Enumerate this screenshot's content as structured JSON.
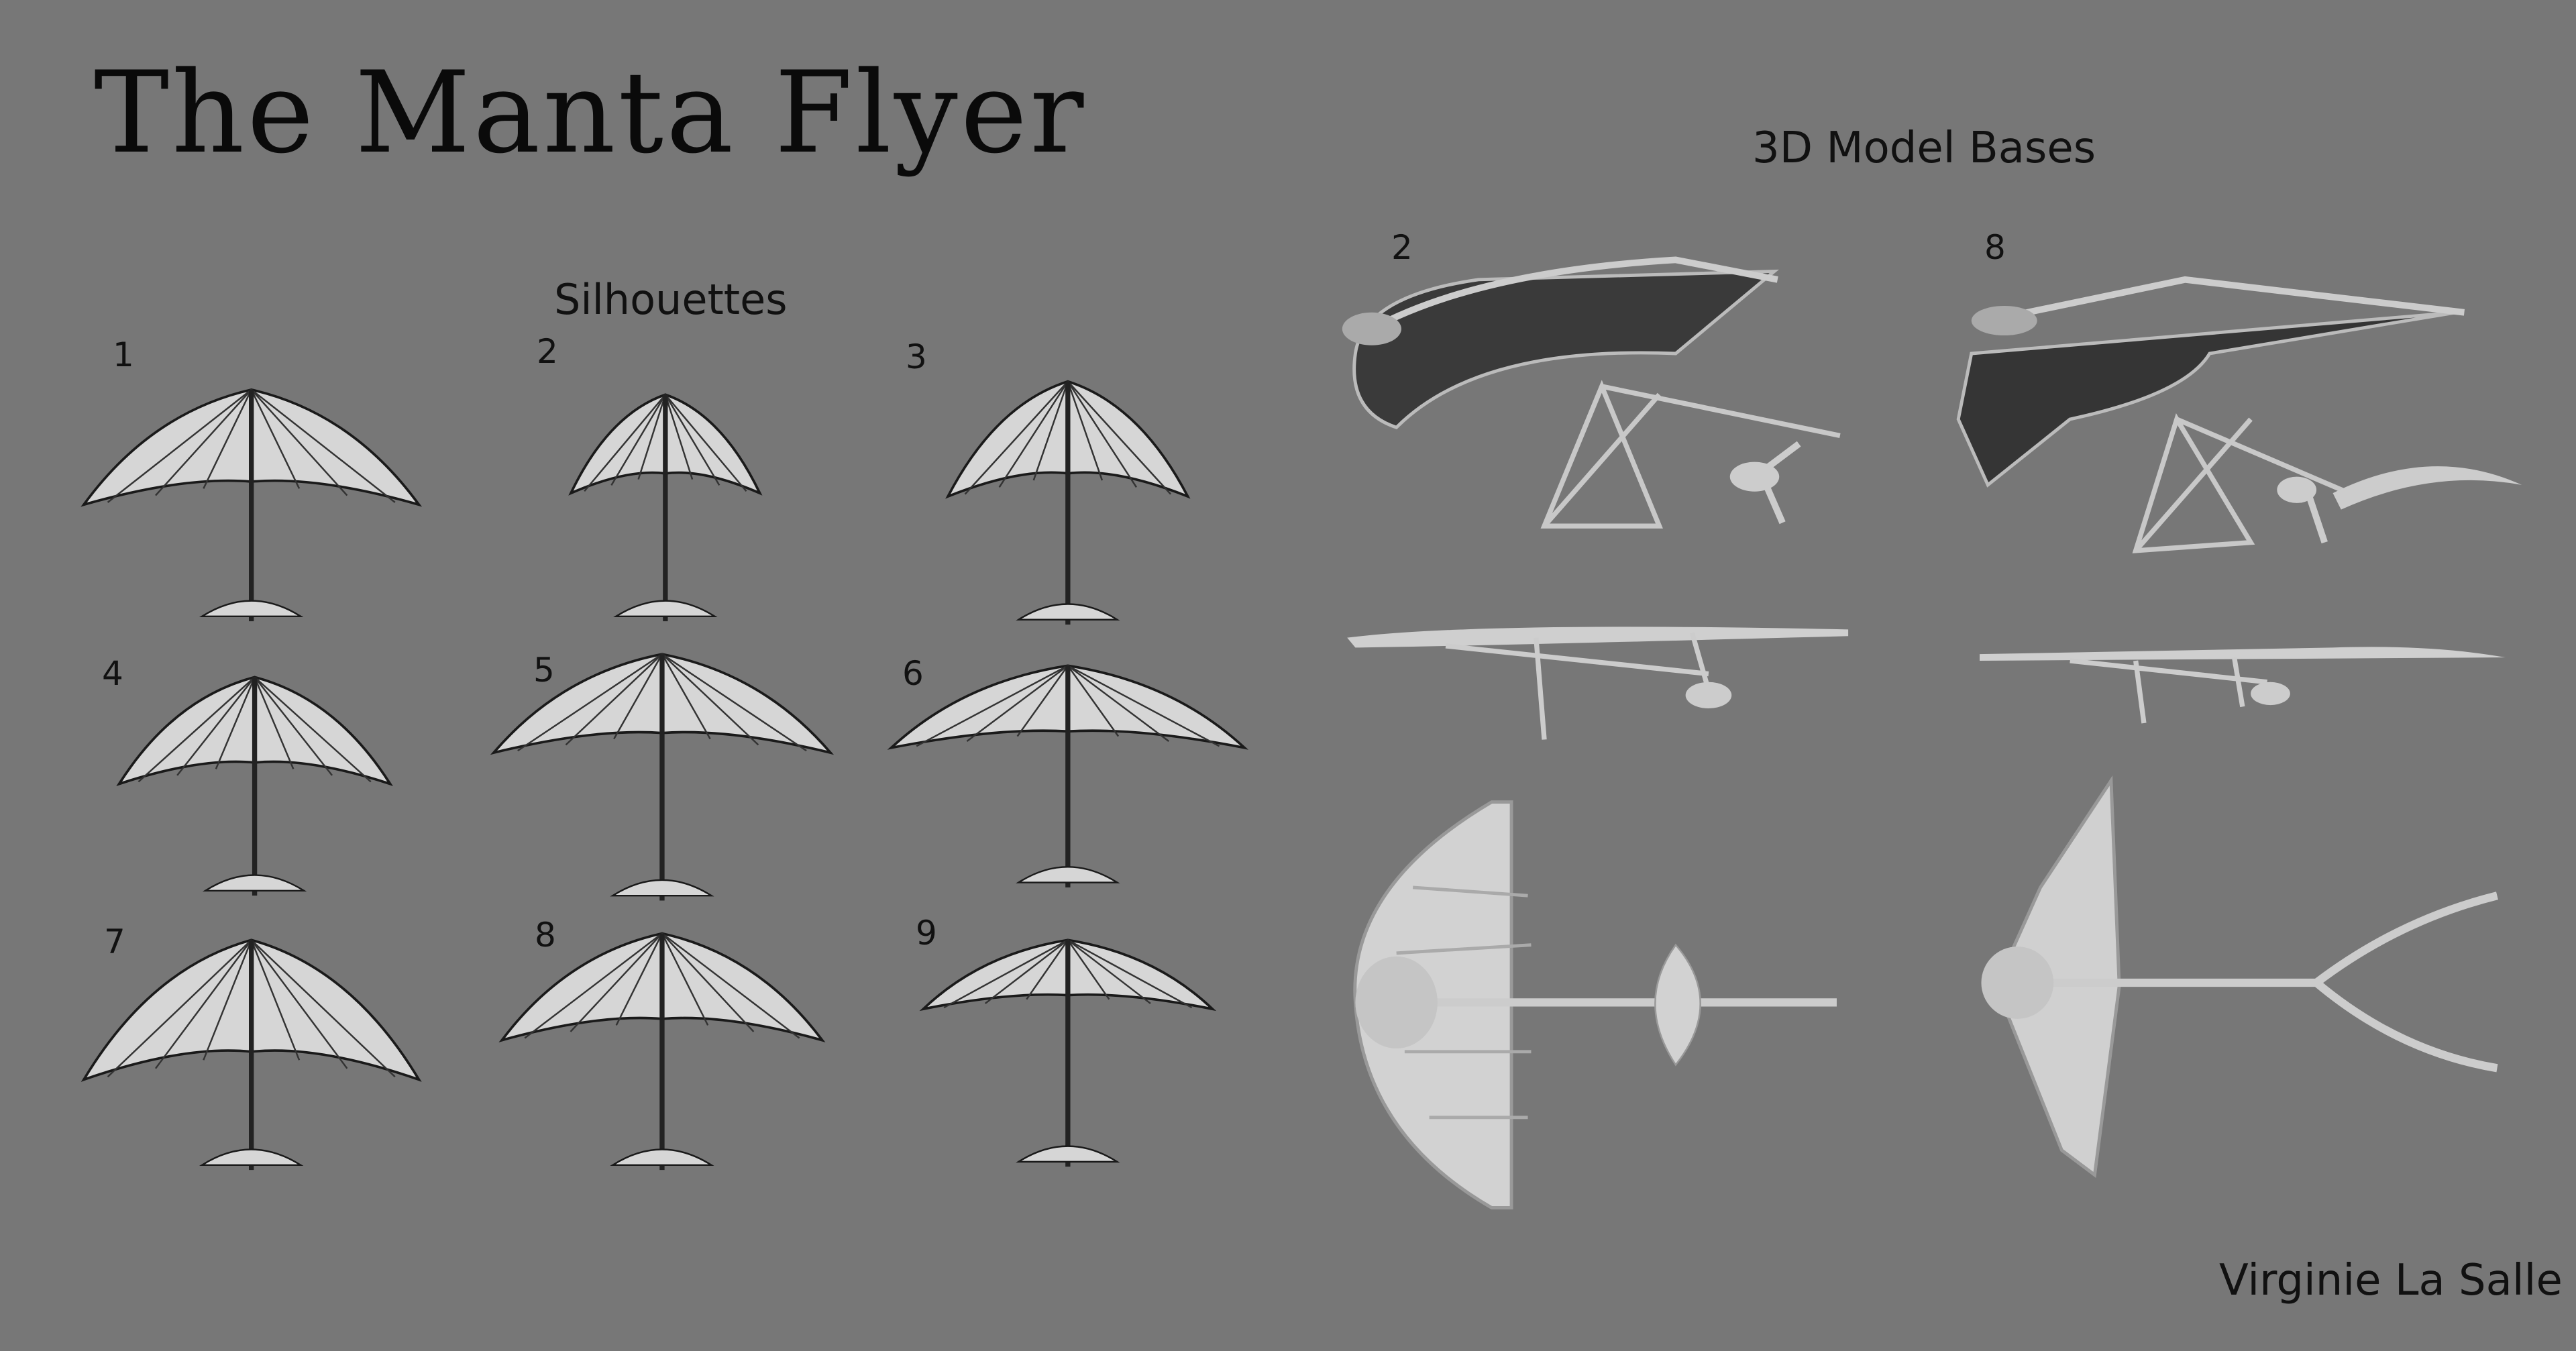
{
  "title": "The Manta Flyer",
  "sections": {
    "silhouettes": "Silhouettes",
    "model_bases": "3D Model Bases"
  },
  "silhouette_numbers": [
    "1",
    "2",
    "3",
    "4",
    "5",
    "6",
    "7",
    "8",
    "9"
  ],
  "model_numbers": [
    "2",
    "8"
  ],
  "author": "Virginie La Salle",
  "colors": {
    "background": "#777777",
    "wing": "#d6d6d6",
    "outline": "#1a1a1a",
    "dark_wing": "#3a3a3a"
  }
}
